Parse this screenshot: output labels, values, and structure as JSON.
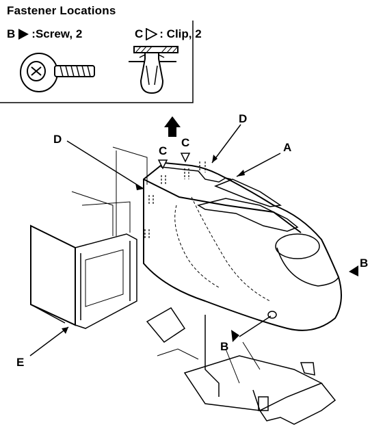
{
  "legend": {
    "title": "Fastener Locations",
    "screw": {
      "letter": "B",
      "text": ":Screw, 2"
    },
    "clip": {
      "letter": "C",
      "text": ": Clip, 2"
    }
  },
  "callouts": {
    "a": "A",
    "b_right": "B",
    "b_bottom": "B",
    "c_left": "C",
    "c_right": "C",
    "d_top": "D",
    "d_left": "D",
    "e": "E"
  }
}
